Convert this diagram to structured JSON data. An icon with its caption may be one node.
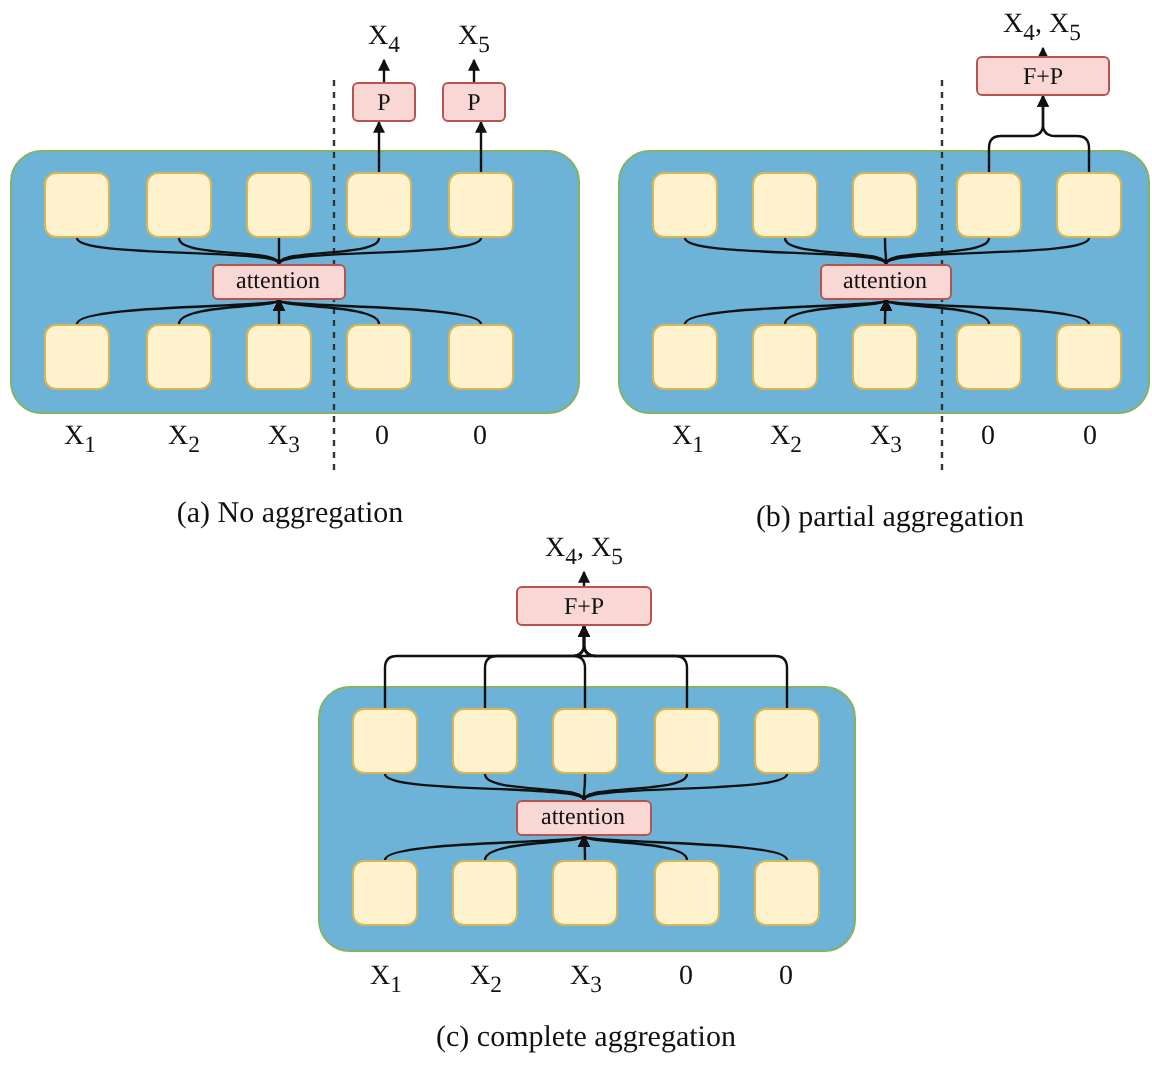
{
  "diagram": {
    "nodes": [
      {
        "text": [],
        "shape": "box"
      },
      {
        "text": [],
        "shape": "box",
        "in": 0
      },
      {
        "text": [],
        "shape": "box",
        "in": 0
      },
      {
        "text": [],
        "shape": "box",
        "in": 0
      },
      {
        "text": [],
        "shape": "box",
        "in": 0
      },
      {
        "text": [],
        "shape": "box",
        "in": 0
      },
      {
        "text": [
          "attention"
        ],
        "in": 0
      },
      {
        "text": [],
        "shape": "box",
        "in": 0
      },
      {
        "text": [],
        "shape": "box",
        "in": 0
      },
      {
        "text": [],
        "shape": "box",
        "in": 0
      },
      {
        "text": [],
        "shape": "box",
        "in": 0
      },
      {
        "text": [],
        "shape": "box",
        "in": 0
      },
      {
        "text": [
          "P"
        ]
      },
      {
        "text": [
          "P"
        ]
      },
      {
        "text": [
          "X$_{4}$"
        ]
      },
      {
        "text": [
          "X$_{5}$"
        ]
      },
      {
        "text": [],
        "shape": "box"
      },
      {
        "text": [],
        "shape": "box",
        "in": 16
      },
      {
        "text": [],
        "shape": "box",
        "in": 16
      },
      {
        "text": [],
        "shape": "box",
        "in": 16
      },
      {
        "text": [],
        "shape": "box",
        "in": 16
      },
      {
        "text": [],
        "shape": "box",
        "in": 16
      },
      {
        "text": [
          "attention"
        ],
        "in": 16
      },
      {
        "text": [],
        "shape": "box",
        "in": 16
      },
      {
        "text": [],
        "shape": "box",
        "in": 16
      },
      {
        "text": [],
        "shape": "box",
        "in": 16
      },
      {
        "text": [],
        "shape": "box",
        "in": 16
      },
      {
        "text": [],
        "shape": "box",
        "in": 16
      },
      {
        "text": [
          "F+P"
        ]
      },
      {
        "text": [
          "X$_{4}$, X$_{5}$"
        ]
      },
      {
        "text": [],
        "shape": "box"
      },
      {
        "text": [],
        "shape": "box",
        "in": 30
      },
      {
        "text": [],
        "shape": "box",
        "in": 30
      },
      {
        "text": [],
        "shape": "box",
        "in": 30
      },
      {
        "text": [],
        "shape": "box",
        "in": 30
      },
      {
        "text": [],
        "shape": "box",
        "in": 30
      },
      {
        "text": [
          "attention"
        ],
        "in": 30
      },
      {
        "text": [],
        "shape": "box",
        "in": 30
      },
      {
        "text": [],
        "shape": "box",
        "in": 30
      },
      {
        "text": [],
        "shape": "box",
        "in": 30
      },
      {
        "text": [],
        "shape": "box",
        "in": 30
      },
      {
        "text": [],
        "shape": "box",
        "in": 30
      },
      {
        "text": [
          "F+P"
        ]
      },
      {
        "text": [
          "X$_{4}$, X$_{5}$"
        ]
      }
    ],
    "edges": [
      {
        "from": 7,
        "to": 6,
        "arrow": "to"
      },
      {
        "from": 8,
        "to": 6,
        "arrow": "to"
      },
      {
        "from": 9,
        "to": 6,
        "arrow": "to"
      },
      {
        "from": 10,
        "to": 6,
        "arrow": "to"
      },
      {
        "from": 11,
        "to": 6,
        "arrow": "to"
      },
      {
        "from": 6,
        "to": 1,
        "arrow": "none"
      },
      {
        "from": 6,
        "to": 2,
        "arrow": "none"
      },
      {
        "from": 6,
        "to": 3,
        "arrow": "none"
      },
      {
        "from": 6,
        "to": 4,
        "arrow": "none"
      },
      {
        "from": 6,
        "to": 5,
        "arrow": "none"
      },
      {
        "from": 4,
        "to": 12,
        "arrow": "to"
      },
      {
        "from": 5,
        "to": 13,
        "arrow": "to"
      },
      {
        "from": 12,
        "to": 14,
        "arrow": "to"
      },
      {
        "from": 13,
        "to": 15,
        "arrow": "to"
      },
      {
        "from": 23,
        "to": 22,
        "arrow": "to"
      },
      {
        "from": 24,
        "to": 22,
        "arrow": "to"
      },
      {
        "from": 25,
        "to": 22,
        "arrow": "to"
      },
      {
        "from": 26,
        "to": 22,
        "arrow": "to"
      },
      {
        "from": 27,
        "to": 22,
        "arrow": "to"
      },
      {
        "from": 22,
        "to": 17,
        "arrow": "none"
      },
      {
        "from": 22,
        "to": 18,
        "arrow": "none"
      },
      {
        "from": 22,
        "to": 19,
        "arrow": "none"
      },
      {
        "from": 22,
        "to": 20,
        "arrow": "none"
      },
      {
        "from": 22,
        "to": 21,
        "arrow": "none"
      },
      {
        "from": 20,
        "to": 28,
        "arrow": "to"
      },
      {
        "from": 21,
        "to": 28,
        "arrow": "to"
      },
      {
        "from": 28,
        "to": 29,
        "arrow": "to"
      },
      {
        "from": 37,
        "to": 36,
        "arrow": "to"
      },
      {
        "from": 38,
        "to": 36,
        "arrow": "to"
      },
      {
        "from": 39,
        "to": 36,
        "arrow": "to"
      },
      {
        "from": 40,
        "to": 36,
        "arrow": "to"
      },
      {
        "from": 41,
        "to": 36,
        "arrow": "to"
      },
      {
        "from": 36,
        "to": 31,
        "arrow": "none"
      },
      {
        "from": 36,
        "to": 32,
        "arrow": "none"
      },
      {
        "from": 36,
        "to": 33,
        "arrow": "none"
      },
      {
        "from": 36,
        "to": 34,
        "arrow": "none"
      },
      {
        "from": 36,
        "to": 35,
        "arrow": "none"
      },
      {
        "from": 31,
        "to": 42,
        "arrow": "to"
      },
      {
        "from": 32,
        "to": 42,
        "arrow": "to"
      },
      {
        "from": 33,
        "to": 42,
        "arrow": "to"
      },
      {
        "from": 34,
        "to": 42,
        "arrow": "to"
      },
      {
        "from": 35,
        "to": 42,
        "arrow": "to"
      },
      {
        "from": 42,
        "to": 43,
        "arrow": "to"
      }
    ],
    "labels": [
      "X$_{1}$",
      "X$_{2}$",
      "X$_{3}$",
      "0",
      "0",
      "X$_{1}$",
      "X$_{2}$",
      "X$_{3}$",
      "0",
      "0",
      "(a) No aggregation",
      "(b) partial aggregation",
      "X$_{1}$",
      "X$_{2}$",
      "X$_{3}$",
      "0",
      "0",
      "(c) complete aggregation"
    ]
  }
}
